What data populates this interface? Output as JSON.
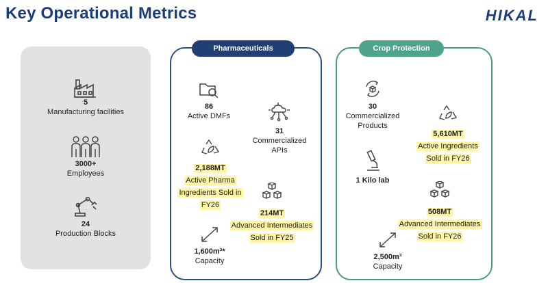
{
  "header": {
    "title": "Key Operational Metrics",
    "logo_text": "HIKAL"
  },
  "left_panel": {
    "items": [
      {
        "value": "5",
        "label": "Manufacturing facilities",
        "icon": "factory-icon"
      },
      {
        "value": "3000+",
        "label": "Employees",
        "icon": "people-icon"
      },
      {
        "value": "24",
        "label": "Production Blocks",
        "icon": "robot-arm-icon"
      }
    ]
  },
  "pharmaceuticals": {
    "title": "Pharmaceuticals",
    "dmfs": {
      "value": "86",
      "label": "Active DMFs"
    },
    "apis": {
      "value": "31",
      "label_1": "Commercialized",
      "label_2": "APIs"
    },
    "pharma_ingredients": {
      "value": "2,188MT",
      "line_1": "Active Pharma",
      "line_2": "Ingredients Sold in",
      "line_3": "FY26"
    },
    "intermediates": {
      "value": "214MT",
      "line_1": "Advanced Intermediates",
      "line_2": "Sold in FY25"
    },
    "capacity": {
      "value": "1,600m³*",
      "label": "Capacity"
    }
  },
  "crop_protection": {
    "title": "Crop Protection",
    "products": {
      "value": "30",
      "label_1": "Commercialized",
      "label_2": "Products"
    },
    "active_ingredients": {
      "value": "5,610MT",
      "line_1": "Active Ingredients",
      "line_2": "Sold in FY26"
    },
    "kilo_lab": {
      "label": "1 Kilo lab"
    },
    "intermediates": {
      "value": "508MT",
      "line_1": "Advanced Intermediates",
      "line_2": "Sold in FY26"
    },
    "capacity": {
      "value": "2,500m³",
      "label": "Capacity"
    }
  },
  "colors": {
    "title_blue": "#1b3d7a",
    "pharma_blue": "#213f74",
    "crop_green": "#4ea48a",
    "highlight_yellow": "#fff5a6",
    "panel_gray": "#e2e2e2"
  }
}
